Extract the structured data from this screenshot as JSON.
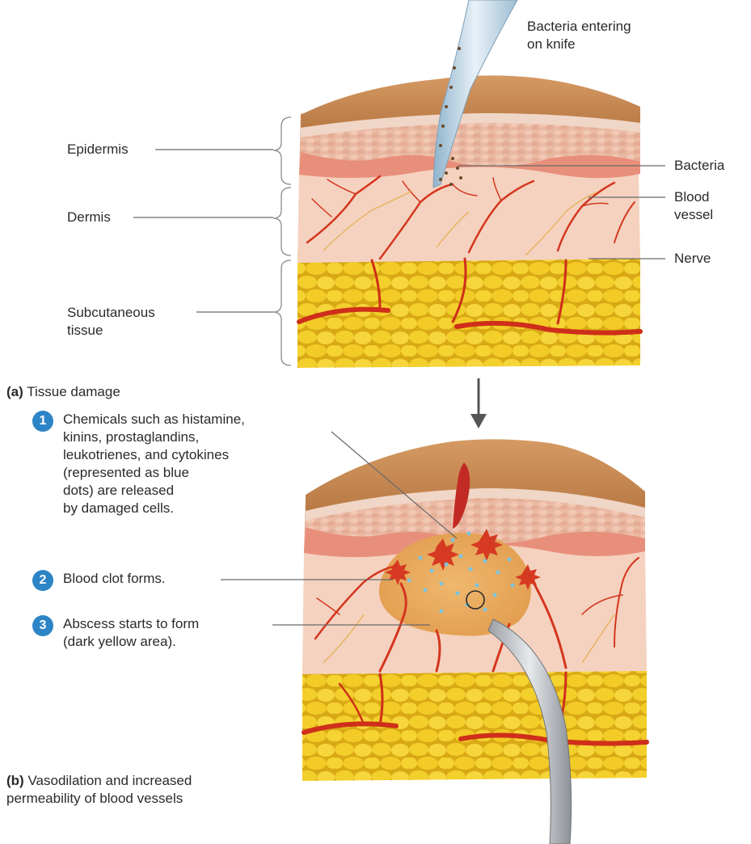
{
  "colors": {
    "epidermis_top": "#c98a52",
    "epidermis_pink": "#e7a38e",
    "dermis": "#f5d2bf",
    "vessel": "#d4361f",
    "fat": "#f3cf2b",
    "fat_shadow": "#d9a915",
    "abscess": "#e8a75c",
    "badge": "#2d84c6",
    "knife": "#bcd3e3"
  },
  "labels": {
    "bacteria_entering": "Bacteria entering\non knife",
    "epidermis": "Epidermis",
    "dermis": "Dermis",
    "subcutaneous": "Subcutaneous\ntissue",
    "bacteria": "Bacteria",
    "blood_vessel": "Blood\nvessel",
    "nerve": "Nerve"
  },
  "panel_a": {
    "letter": "(a)",
    "title": "Tissue damage"
  },
  "steps": [
    {
      "num": "1",
      "text": "Chemicals such as histamine,\nkinins, prostaglandins,\nleukotrienes, and cytokines\n(represented as blue\ndots) are released\nby damaged cells."
    },
    {
      "num": "2",
      "text": "Blood clot forms."
    },
    {
      "num": "3",
      "text": "Abscess starts to form\n(dark yellow area)."
    }
  ],
  "panel_b": {
    "letter": "(b)",
    "title": "Vasodilation and increased",
    "title_line2": "permeability of blood vessels"
  }
}
